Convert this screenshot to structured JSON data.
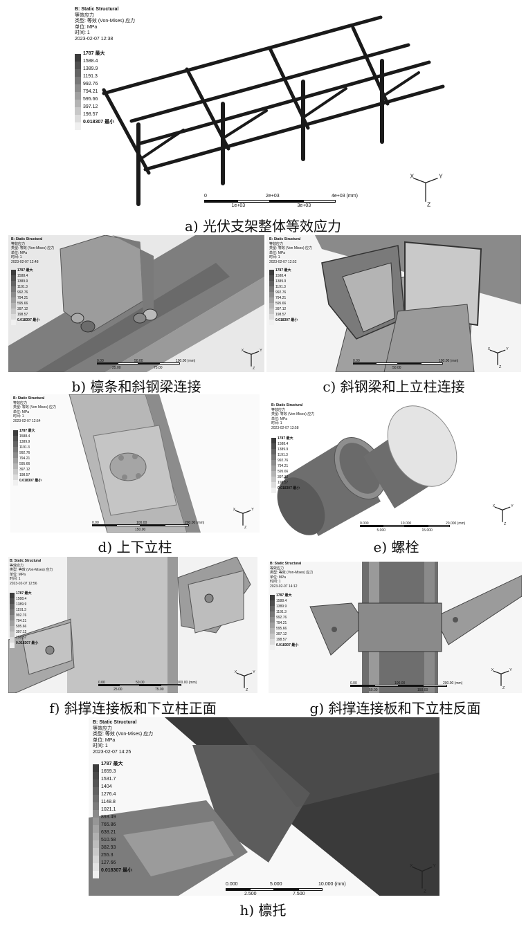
{
  "panel_a": {
    "info": [
      "B: Static Structural",
      "等效应力",
      "类型: 等效 (Von-Mises) 应力",
      "单位: MPa",
      "时间: 1",
      "2023-02-07 12:38"
    ],
    "legend": [
      "1787 最大",
      "1588.4",
      "1389.9",
      "1191.3",
      "992.76",
      "794.21",
      "595.66",
      "397.12",
      "198.57",
      "0.018307 最小"
    ],
    "scale_top": [
      "0",
      "2e+03",
      "4e+03 (mm)"
    ],
    "scale_bottom": [
      "1e+03",
      "3e+03"
    ],
    "caption": "a) 光伏支架整体等效应力"
  },
  "panel_b": {
    "info": [
      "B: Static Structural",
      "等效应力",
      "类型: 等效 (Von-Mises) 应力",
      "单位: MPa",
      "时间: 1",
      "2023-02-07 12:48"
    ],
    "legend": [
      "1787 最大",
      "1588.4",
      "1389.9",
      "1191.3",
      "992.76",
      "794.21",
      "595.66",
      "397.12",
      "198.57",
      "0.018307 最小"
    ],
    "scale_top": [
      "0.00",
      "50.00",
      "100.00 (mm)"
    ],
    "scale_bottom": [
      "25.00",
      "75.00"
    ],
    "caption": "b) 檩条和斜钢梁连接"
  },
  "panel_c": {
    "info": [
      "B: Static Structural",
      "等效应力",
      "类型: 等效 (Von Mises) 应力",
      "单位: MPa",
      "时间: 1",
      "2023-02-07 12:52"
    ],
    "legend": [
      "1787 最大",
      "1588.4",
      "1389.9",
      "1191.3",
      "992.76",
      "794.21",
      "595.66",
      "397.12",
      "198.57",
      "0.018307 最小"
    ],
    "scale_top": [
      "0.00",
      "100.00 (mm)"
    ],
    "scale_bottom": [
      "50.00"
    ],
    "caption": "c) 斜钢梁和上立柱连接"
  },
  "panel_d": {
    "info": [
      "B: Static Structural",
      "等效应力",
      "类型: 等效 (Von Mises) 应力",
      "单位: MPa",
      "时间: 1",
      "2023-02-07 12:54"
    ],
    "legend": [
      "1787 最大",
      "1588.4",
      "1389.9",
      "1191.3",
      "992.76",
      "794.21",
      "595.66",
      "397.12",
      "198.57",
      "0.018307 最小"
    ],
    "scale_top": [
      "0.00",
      "100.00",
      "200.00 (mm)"
    ],
    "scale_bottom": [
      "150.00"
    ],
    "caption": "d) 上下立柱"
  },
  "panel_e": {
    "info": [
      "B: Static Structural",
      "等效应力",
      "类型: 等效 (Von-Mises) 应力",
      "单位: MPa",
      "时间: 1",
      "2023-02-07 13:58"
    ],
    "legend": [
      "1787 最大",
      "1588.4",
      "1389.9",
      "1191.3",
      "992.76",
      "794.21",
      "595.66",
      "397.12",
      "198.57",
      "0.018307 最小"
    ],
    "scale_top": [
      "0.000",
      "10.000",
      "20.000 (mm)"
    ],
    "scale_bottom": [
      "5.000",
      "15.000"
    ],
    "caption": "e) 螺栓"
  },
  "panel_f": {
    "info": [
      "B: Static Structural",
      "等效应力",
      "类型: 等效 (Von-Mises) 应力",
      "单位: MPa",
      "时间: 1",
      "2023-02-07 12:56"
    ],
    "legend": [
      "1787 最大",
      "1588.4",
      "1389.9",
      "1191.3",
      "992.76",
      "794.21",
      "595.66",
      "397.12",
      "198.57",
      "0.018307 最小"
    ],
    "scale_top": [
      "0.00",
      "50.00",
      "100.00 (mm)"
    ],
    "scale_bottom": [
      "25.00",
      "75.00"
    ],
    "caption": "f) 斜撑连接板和下立柱正面"
  },
  "panel_g": {
    "info": [
      "B: Static Structural",
      "等效应力",
      "类型: 等效 (Von-Mises) 应力",
      "单位: MPa",
      "时间: 1",
      "2023-02-07 14:12"
    ],
    "legend": [
      "1787 最大",
      "1588.4",
      "1389.9",
      "1191.3",
      "992.76",
      "794.21",
      "595.66",
      "397.12",
      "198.57",
      "0.018307 最小"
    ],
    "scale_top": [
      "0.00",
      "100.00",
      "200.00 (mm)"
    ],
    "scale_bottom": [
      "50.00",
      "150.00"
    ],
    "caption": "g) 斜撑连接板和下立柱反面"
  },
  "panel_h": {
    "info": [
      "B: Static Structural",
      "等效应力",
      "类型: 等效 (Von-Mises) 应力",
      "单位: MPa",
      "时间: 1",
      "2023-02-07 14:25"
    ],
    "legend": [
      "1787 最大",
      "1659.3",
      "1531.7",
      "1404",
      "1276.4",
      "1148.8",
      "1021.1",
      "893.49",
      "765.86",
      "638.21",
      "510.58",
      "382.93",
      "255.3",
      "127.66",
      "0.018307 最小"
    ],
    "scale_top": [
      "0.000",
      "5.000",
      "10.000 (mm)"
    ],
    "scale_bottom": [
      "2.500",
      "7.500"
    ],
    "caption": "h) 檩托"
  },
  "axes_labels": {
    "x": "X",
    "y": "Y",
    "z": "Z"
  },
  "colors": {
    "legend_dark": "#2a2a2a",
    "legend_light": "#f0f0f0",
    "model_gray": "#8a8a8a",
    "frame_black": "#1a1a1a"
  }
}
